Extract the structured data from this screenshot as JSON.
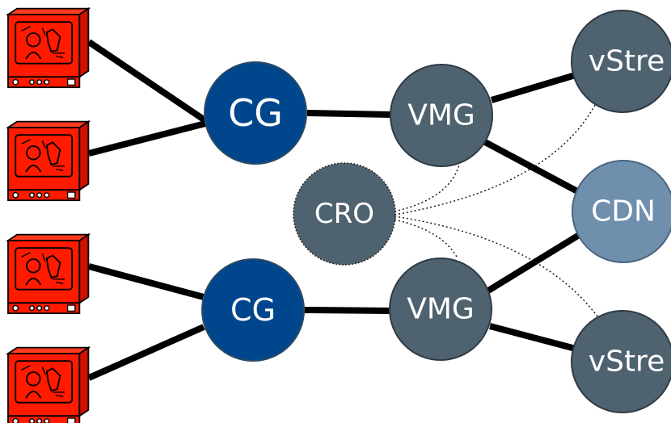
{
  "nodes": {
    "cg_top": {
      "label": "CG",
      "color": "#00468c"
    },
    "cg_bottom": {
      "label": "CG",
      "color": "#00468c"
    },
    "vmg_top": {
      "label": "VMG",
      "color": "#4f6270"
    },
    "vmg_bottom": {
      "label": "VMG",
      "color": "#4f6270"
    },
    "cro": {
      "label": "CRO",
      "color": "#4f6270"
    },
    "cdn": {
      "label": "CDN",
      "color": "#6f8fad"
    },
    "vstream_top": {
      "label": "vStre",
      "color": "#4f6270"
    },
    "vstream_bottom": {
      "label": "vStre",
      "color": "#4f6270"
    }
  },
  "clients": [
    {
      "icon": "television-icon",
      "color": "#ff1a00"
    },
    {
      "icon": "television-icon",
      "color": "#ff1a00"
    },
    {
      "icon": "television-icon",
      "color": "#ff1a00"
    },
    {
      "icon": "television-icon",
      "color": "#ff1a00"
    }
  ]
}
